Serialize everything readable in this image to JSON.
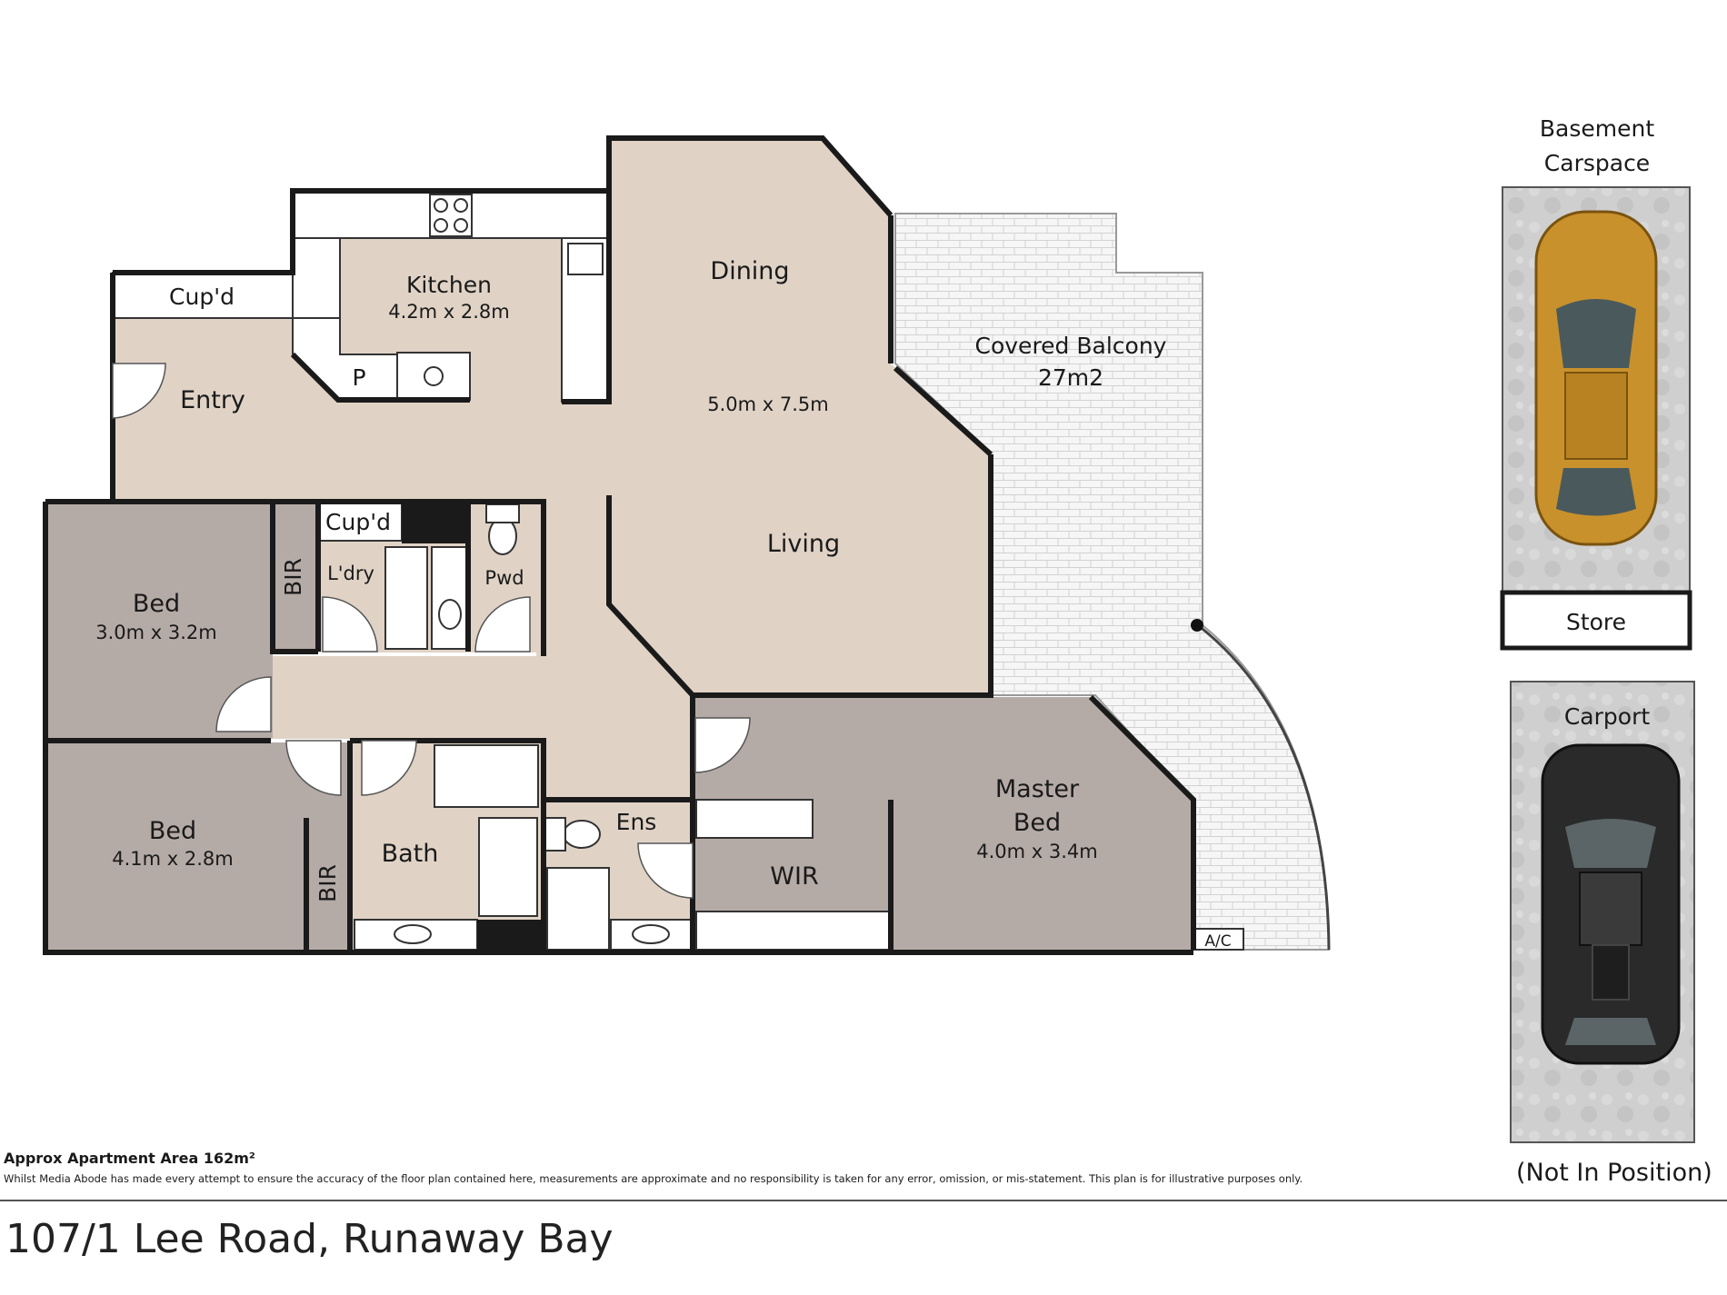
{
  "rooms": {
    "kitchen": {
      "name": "Kitchen",
      "dims": "4.2m x 2.8m"
    },
    "dining": {
      "name": "Dining"
    },
    "dining_living_dims": "5.0m x 7.5m",
    "living": {
      "name": "Living"
    },
    "entry": {
      "name": "Entry"
    },
    "cupd_entry": "Cup'd",
    "pantry": "P",
    "balcony": {
      "name": "Covered Balcony",
      "area": "27m2"
    },
    "bed1": {
      "name": "Bed",
      "dims": "3.0m x 3.2m"
    },
    "bir1": "BIR",
    "cupd_laundry": "Cup'd",
    "laundry": "L'dry",
    "powder": "Pwd",
    "bed2": {
      "name": "Bed",
      "dims": "4.1m x 2.8m"
    },
    "bir2": "BIR",
    "bath": "Bath",
    "ensuite": "Ens",
    "wir": "WIR",
    "master": {
      "line1": "Master",
      "line2": "Bed",
      "dims": "4.0m x 3.4m"
    },
    "ac": "A/C"
  },
  "parking": {
    "basement_line1": "Basement",
    "basement_line2": "Carspace",
    "store": "Store",
    "carport": "Carport",
    "not_in_position": "(Not In Position)"
  },
  "footer": {
    "area": "Approx Apartment Area 162m²",
    "disclaimer": "Whilst Media Abode has made every attempt to ensure the accuracy of the floor plan contained here, measurements are approximate and no responsibility is taken for any error, omission, or mis-statement. This plan is for illustrative purposes only.",
    "address": "107/1 Lee Road, Runaway Bay"
  },
  "colors": {
    "living_fill": "#e0d3c6",
    "bedroom_fill": "#b5aba6",
    "wall": "#1a1a1a",
    "balcony_fill": "#f4f4f4",
    "parking_fill": "#d4d4d4",
    "car_gold": "#c9912c",
    "car_black": "#2a2a2a"
  }
}
